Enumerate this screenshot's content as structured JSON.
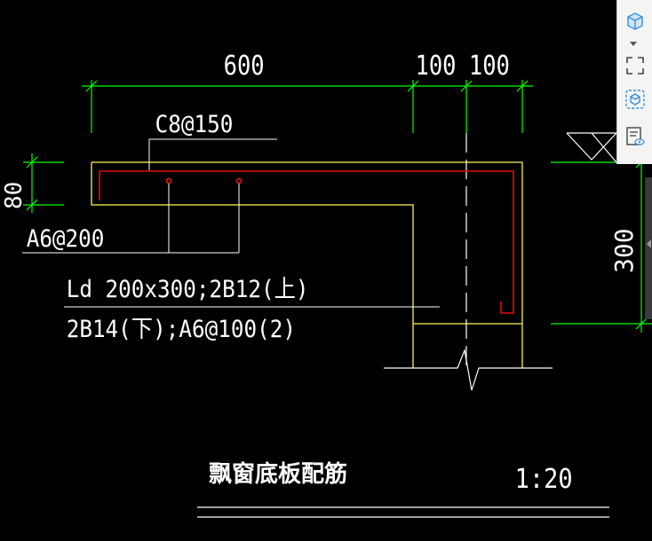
{
  "drawing": {
    "dimensions": {
      "top_600": "600",
      "top_100a": "100",
      "top_100b": "100",
      "left_80": "80",
      "right_300": "300"
    },
    "labels": {
      "stirrup_top": "C8@150",
      "slab_rebar": "A6@200",
      "beam_spec_line1": "Ld 200x300;2B12(上)",
      "beam_spec_line2": "2B14(下);A6@100(2)"
    },
    "title": {
      "name": "飘窗底板配筋",
      "scale": "1:20"
    },
    "colors": {
      "background": "#000000",
      "dimension": "#00ff00",
      "outline": "#d8d04a",
      "rebar": "#e01010",
      "text": "#ffffff",
      "leader": "#ffffff"
    }
  },
  "toolbar": {
    "items": [
      {
        "icon": "cube-icon"
      },
      {
        "icon": "fullscreen-icon"
      },
      {
        "icon": "3d-view-icon"
      },
      {
        "icon": "layer-view-icon"
      }
    ]
  }
}
